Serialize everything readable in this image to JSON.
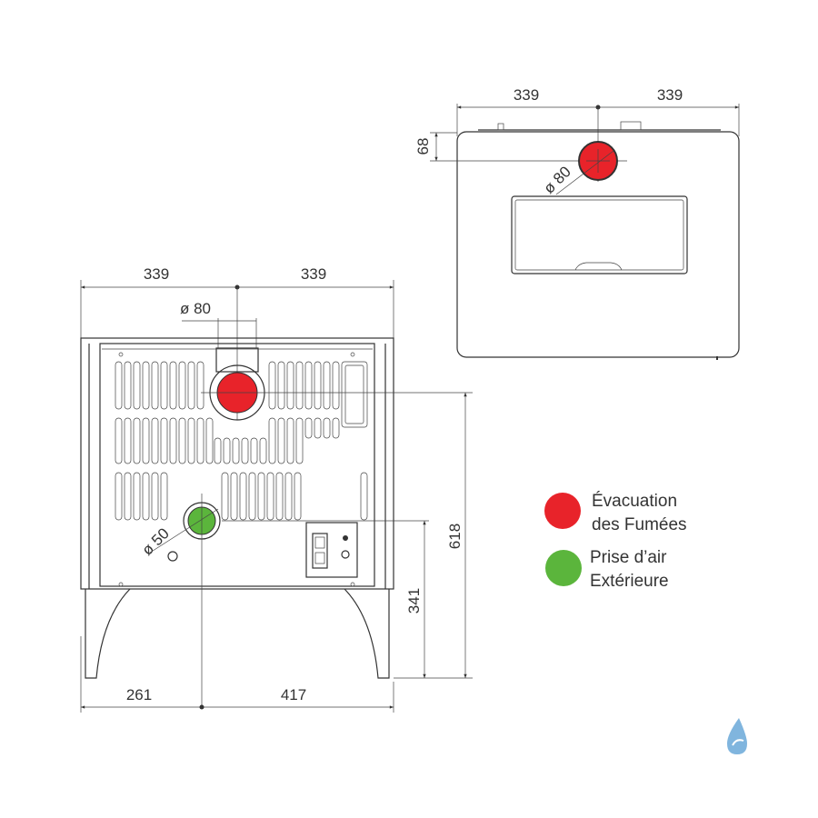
{
  "front_view": {
    "width_left": "339",
    "width_right": "339",
    "flue_diameter": "ø 80",
    "air_diameter": "ø 50",
    "flue_height": "618",
    "air_height": "341",
    "air_offset_left": "261",
    "air_offset_right": "417"
  },
  "top_view": {
    "width_left": "339",
    "width_right": "339",
    "flue_depth": "68",
    "flue_diameter": "ø 80"
  },
  "legend": {
    "items": [
      {
        "line1": "Évacuation",
        "line2": "des Fumées",
        "color": "#e8232a"
      },
      {
        "line1": "Prise d’air",
        "line2": "Extérieure",
        "color": "#5bb53c"
      }
    ]
  },
  "colors": {
    "flue": "#e8232a",
    "air": "#5bb53c",
    "logo": "#6aa8d8"
  }
}
